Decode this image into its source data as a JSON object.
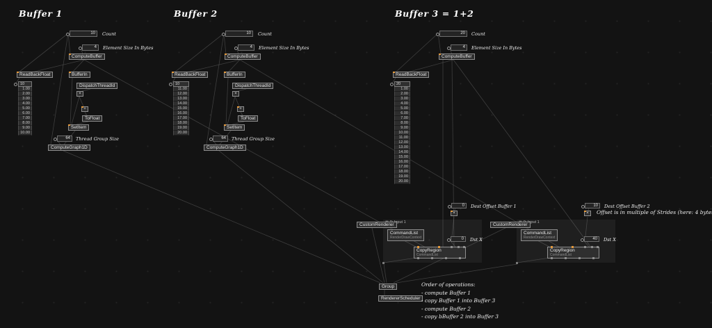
{
  "titles": {
    "buffer1": "Buffer 1",
    "buffer2": "Buffer 2",
    "buffer3": "Buffer 3 = 1+2"
  },
  "buffer1": {
    "count_value": "10",
    "count_label": "Count",
    "elem_value": "4",
    "elem_label": "Element Size In Bytes",
    "compute_buffer": "ComputeBuffer",
    "read_back": "ReadBackFloat",
    "buffer_in": "BufferIn",
    "dispatch": "DispatchThreadId",
    "op_mul": "×",
    "op_add": "+",
    "to_float": "ToFloat",
    "set_item": "SetItem",
    "tgs_value": "64",
    "tgs_label": "Thread Group Size",
    "compute_graph": "ComputeGraph1D",
    "list_header": "10",
    "list_values": [
      "1.00",
      "2.00",
      "3.00",
      "4.00",
      "5.00",
      "6.00",
      "7.00",
      "8.00",
      "9.00",
      "10.00"
    ]
  },
  "buffer2": {
    "count_value": "10",
    "count_label": "Count",
    "elem_value": "4",
    "elem_label": "Element Size In Bytes",
    "compute_buffer": "ComputeBuffer",
    "read_back": "ReadBackFloat",
    "buffer_in": "BufferIn",
    "dispatch": "DispatchThreadId",
    "op_mul": "×",
    "op_add": "+",
    "to_float": "ToFloat",
    "set_item": "SetItem",
    "tgs_value": "64",
    "tgs_label": "Thread Group Size",
    "compute_graph": "ComputeGraph1D",
    "list_header": "10",
    "list_values": [
      "11.00",
      "12.00",
      "13.00",
      "14.00",
      "15.00",
      "16.00",
      "17.00",
      "18.00",
      "19.00",
      "20.00"
    ]
  },
  "buffer3": {
    "count_value": "20",
    "count_label": "Count",
    "elem_value": "4",
    "elem_label": "Element Size In Bytes",
    "compute_buffer": "ComputeBuffer",
    "read_back": "ReadBackFloat",
    "list_header": "20",
    "list_values": [
      "1.00",
      "2.00",
      "3.00",
      "4.00",
      "5.00",
      "6.00",
      "7.00",
      "8.00",
      "9.00",
      "10.00",
      "11.00",
      "12.00",
      "13.00",
      "14.00",
      "15.00",
      "16.00",
      "17.00",
      "18.00",
      "19.00",
      "20.00"
    ]
  },
  "copy1": {
    "renderer": "CustomRenderer",
    "frame_header": "0:  Input 1",
    "command_list": "CommandList",
    "command_list_sub": "RenderDrawContext",
    "copy_region": "CopyRegion",
    "copy_region_sub": "CommandList",
    "dest_offset_value": "0",
    "dest_offset_label": "Dest Offset Buffer 1",
    "op_mul": "×",
    "dstx_value": "0",
    "dstx_label": "Dst X"
  },
  "copy2": {
    "renderer": "CustomRenderer",
    "frame_header": "0:  Input 1",
    "command_list": "CommandList",
    "command_list_sub": "RenderDrawContext",
    "copy_region": "CopyRegion",
    "copy_region_sub": "CommandList",
    "dest_offset_value": "10",
    "dest_offset_label": "Dest Offset Buffer 2",
    "op_mul": "×",
    "dstx_value": "40",
    "dstx_label": "Dst X",
    "stride_note": "Offset is in multiple of Strides (here: 4 bytes for Float)"
  },
  "footer": {
    "group": "Group",
    "scheduler": "RendererScheduler",
    "comment_lines": [
      "Order of operations:",
      "- compute Buffer 1",
      "- copy Buffer 1 into Buffer 3",
      "- compute Buffer 2",
      "- copy bBuffer 2 into Buffer 3"
    ]
  },
  "colors": {
    "accent_orange": "#e59a3c",
    "node_fill": "#2f2f2f",
    "background": "#131313",
    "wire": "#6a6a6a"
  }
}
